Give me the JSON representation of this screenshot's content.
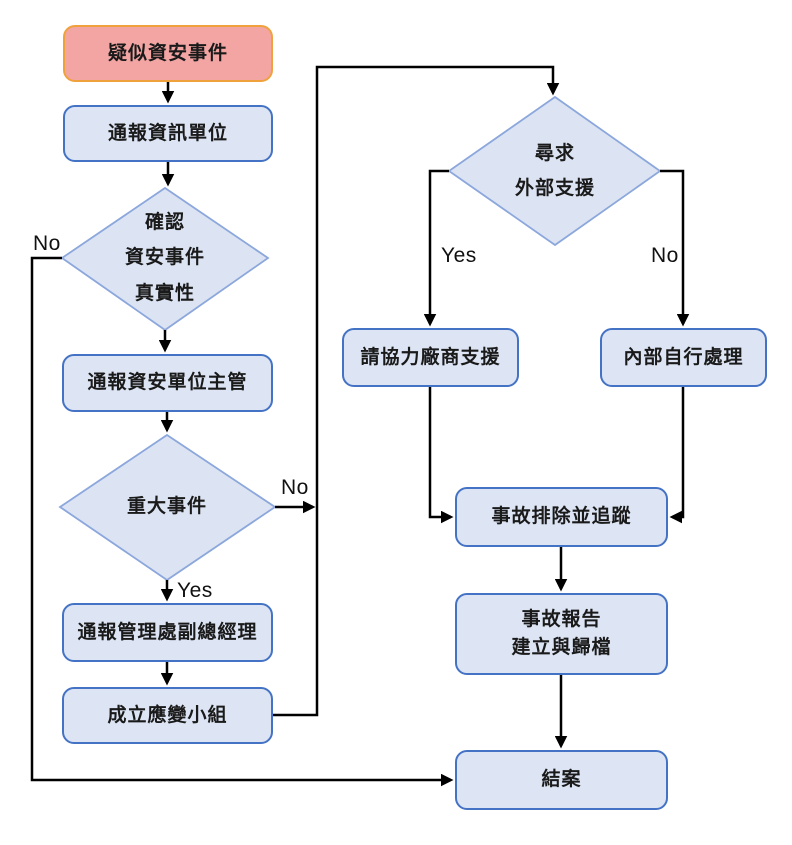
{
  "colors": {
    "start-fill": "#F2A5A3",
    "start-border": "#EFA23C",
    "process-fill": "#DDE5F4",
    "process-border": "#4472C4",
    "decision-fill": "#DCE4F3",
    "decision-border": "#8CA7DC",
    "connector": "#000000"
  },
  "nodes": {
    "suspected": {
      "label": "疑似資安事件"
    },
    "notify_it": {
      "label": "通報資訊單位"
    },
    "confirm": {
      "label": "確認\n資安事件\n真實性"
    },
    "notify_sec_manager": {
      "label": "通報資安單位主管"
    },
    "major": {
      "label": "重大事件"
    },
    "notify_vp": {
      "label": "通報管理處副總經理"
    },
    "task_force": {
      "label": "成立應變小組"
    },
    "external": {
      "label": "尋求\n外部支援"
    },
    "vendor": {
      "label": "請協力廠商支援"
    },
    "internal": {
      "label": "內部自行處理"
    },
    "resolve": {
      "label": "事故排除並追蹤"
    },
    "report": {
      "label": "事故報告\n建立與歸檔"
    },
    "close": {
      "label": "結案"
    }
  },
  "edge_labels": {
    "confirm_no": "No",
    "major_no": "No",
    "major_yes": "Yes",
    "external_yes": "Yes",
    "external_no": "No"
  }
}
